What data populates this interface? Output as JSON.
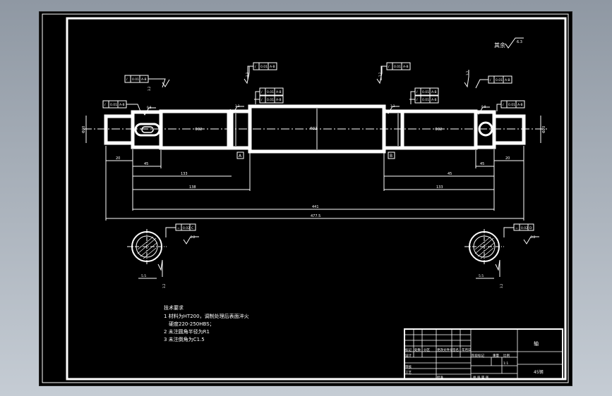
{
  "roughness_default": {
    "label": "其余",
    "value": "6.3"
  },
  "roughness_values": {
    "bearing_left": "0.8",
    "bearing_right": "0.8",
    "shoulder_left": "3.2",
    "shoulder_right": "3.2",
    "collar_mid_left": "3.2",
    "collar_mid_right": "3.2",
    "section_left": "3.2",
    "section_right": "3.2",
    "section_key_left": "3.2",
    "section_key_right": "3.2",
    "top_left": "3.2",
    "top_right": "3.2"
  },
  "tolerance_frames": [
    {
      "sym": "/",
      "val": "0.01",
      "ref": "A-B"
    },
    {
      "sym": "/",
      "val": "0.01",
      "ref": "A-B"
    },
    {
      "sym": "/",
      "val": "0.01",
      "ref": "A-B"
    },
    {
      "sym": "/",
      "val": "0.01",
      "ref": "A-B"
    },
    {
      "sym": "/",
      "val": "0.01",
      "ref": "A-B"
    },
    {
      "sym": "/",
      "val": "0.01",
      "ref": "A-B"
    },
    {
      "sym": "/",
      "val": "0.01",
      "ref": "A-B"
    },
    {
      "sym": "/",
      "val": "0.01",
      "ref": "A-B"
    },
    {
      "sym": "=",
      "val": "0.02",
      "ref": "C"
    },
    {
      "sym": "=",
      "val": "0.02",
      "ref": "D"
    }
  ],
  "datums": {
    "a": "A",
    "b": "B"
  },
  "dimensions": {
    "d_left_end": "Φ20",
    "d_right_end": "Φ20",
    "d_mid": "Φ32",
    "len_left_end": "20",
    "len_key_left": "45",
    "len_left_step": "133",
    "len_left_total": "138",
    "len_right_total": "133",
    "len_key_right": "45",
    "len_right_end": "20",
    "len_between": "441",
    "len_overall": "477.5",
    "sec_left": "5.5",
    "sec_right": "5.5"
  },
  "notes": {
    "title": "技术要求",
    "lines": [
      "1 材料为HT200，调制处理后表面淬火",
      "硬度220-250HBS；",
      "2 未注圆角半径为R1",
      "3 未注倒角为C1.5"
    ]
  },
  "title_block": {
    "part_name": "轴",
    "material": "45钢",
    "scale": "1:1",
    "headers": [
      "标记",
      "处数",
      "分区",
      "更改文件号",
      "签名",
      "年月日"
    ],
    "designer": "设计",
    "standardize": "标准化",
    "stage": "阶段标记",
    "weight": "重量",
    "ratio": "比例",
    "reviewer": "审核",
    "process": "工艺",
    "approve": "批准",
    "sheet_info": "共 张 第 张"
  }
}
